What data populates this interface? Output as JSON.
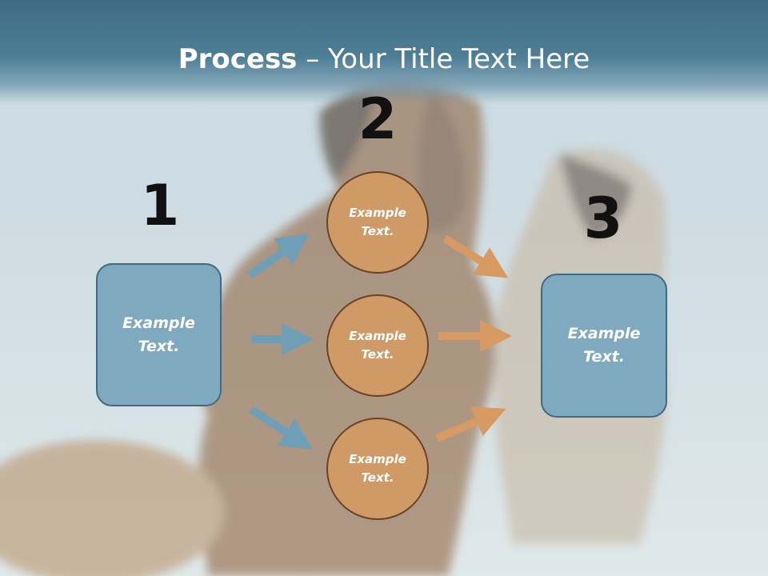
{
  "title": {
    "bold": "Process",
    "rest": " – Your Title Text Here"
  },
  "steps": [
    {
      "number": "1",
      "text": "Example\nText."
    },
    {
      "number": "2",
      "items": [
        "Example\nText.",
        "Example\nText.",
        "Example\nText."
      ]
    },
    {
      "number": "3",
      "text": "Example\nText."
    }
  ],
  "colors": {
    "header": "#4a7a92",
    "box_fill": "#7fa9bf",
    "box_border": "#3f6b82",
    "circle_fill": "#cf9a66",
    "circle_border": "#6a4326",
    "blue_arrow": "#6f9fb7",
    "orange_arrow": "#d79a63"
  }
}
